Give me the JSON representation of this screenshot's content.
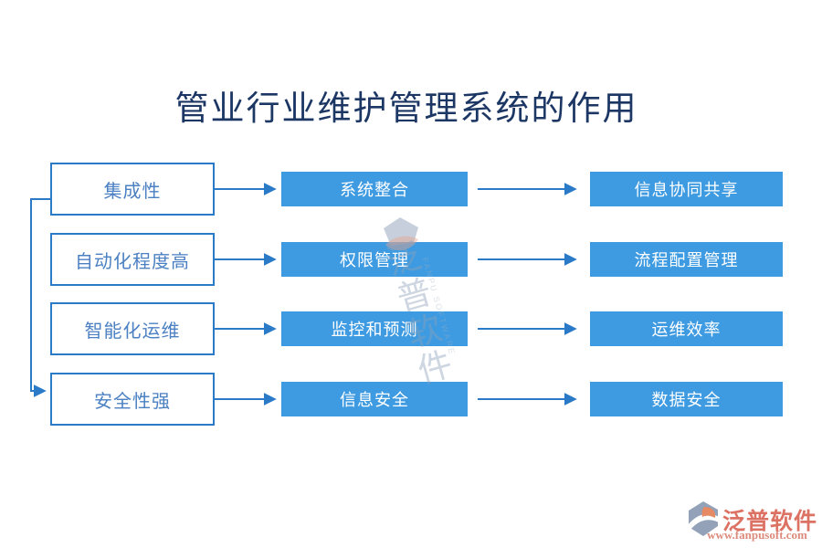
{
  "title": "管业行业维护管理系统的作用",
  "colors": {
    "box_fill": "#3f9be1",
    "line": "#2b7ac8",
    "feature_text": "#4b80c2",
    "title_text": "#1d3765",
    "brand_red": "#dc7263",
    "brand_red_light": "#dc8b7c"
  },
  "diagram": {
    "rows": [
      {
        "feature": "集成性",
        "function": "系统整合",
        "benefit": "信息协同共享"
      },
      {
        "feature": "自动化程度高",
        "function": "权限管理",
        "benefit": "流程配置管理"
      },
      {
        "feature": "智能化运维",
        "function": "监控和预测",
        "benefit": "运维效率"
      },
      {
        "feature": "安全性强",
        "function": "信息安全",
        "benefit": "数据安全"
      }
    ]
  },
  "watermark": {
    "brand": "泛普软件",
    "subtext": "FANPU SOFTWARE"
  },
  "footer": {
    "brand": "泛普软件",
    "url": "www.fanpusoft.com"
  }
}
